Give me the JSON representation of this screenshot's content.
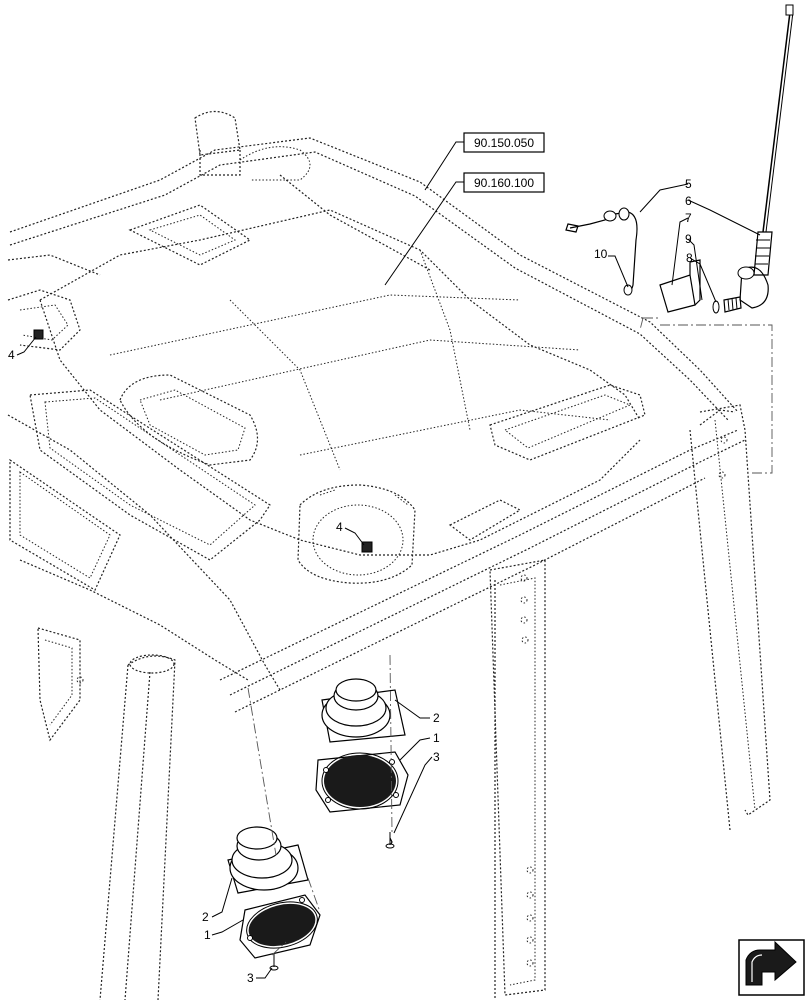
{
  "references": [
    {
      "id": "ref-90150050",
      "label": "90.150.050"
    },
    {
      "id": "ref-90160100",
      "label": "90.160.100"
    }
  ],
  "callouts": {
    "c1a": "1",
    "c1b": "1",
    "c2a": "2",
    "c2b": "2",
    "c3a": "3",
    "c3b": "3",
    "c4a": "4",
    "c4b": "4",
    "c5": "5",
    "c6": "6",
    "c7": "7",
    "c8": "8",
    "c9": "9",
    "c10": "10"
  },
  "nav_icon": "next-page-arrow-icon",
  "colors": {
    "line": "#000000",
    "speaker_mesh": "#1a1a1a",
    "paper": "#ffffff"
  }
}
